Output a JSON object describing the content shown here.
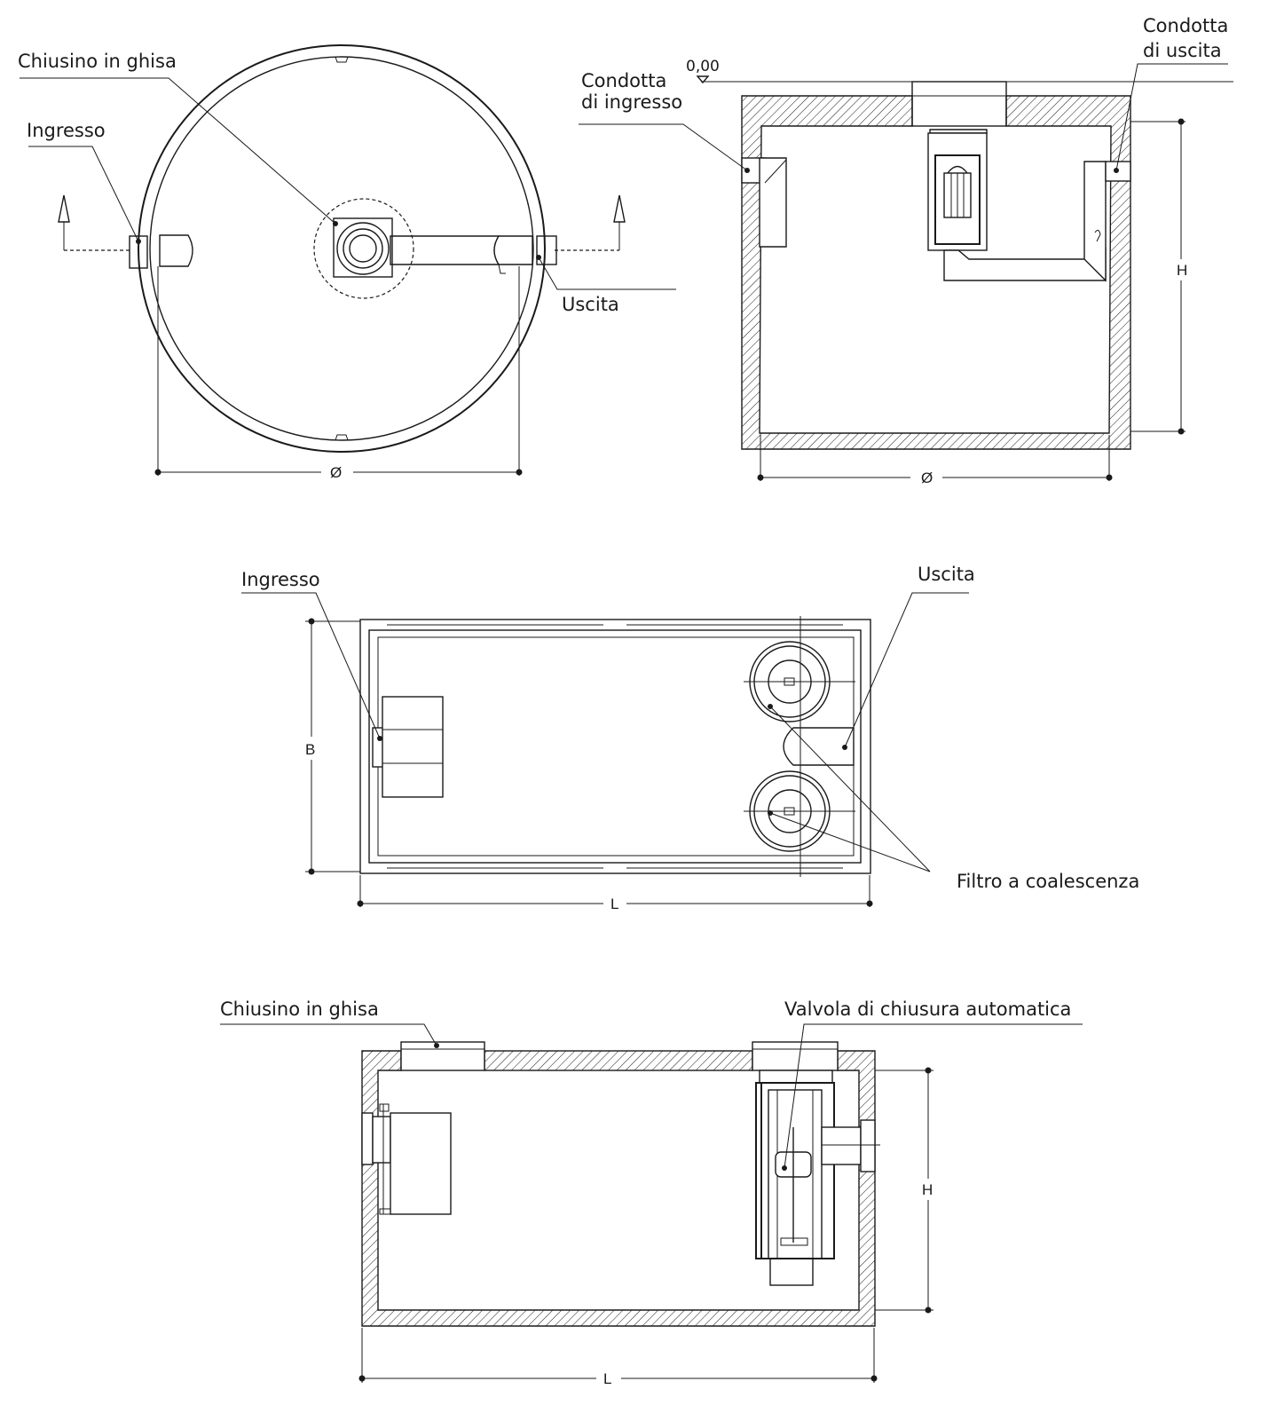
{
  "views": {
    "plan_round": {
      "cover_label": "Chiusino in ghisa",
      "inlet_label": "Ingresso",
      "outlet_label": "Uscita",
      "diameter_label": "Ø"
    },
    "section_round": {
      "level_label": "0,00",
      "inlet_pipe_label_1": "Condotta",
      "inlet_pipe_label_2": "di ingresso",
      "outlet_pipe_label_1": "Condotta",
      "outlet_pipe_label_2": "di uscita",
      "height_label": "H",
      "diameter_label": "Ø"
    },
    "plan_rect": {
      "inlet_label": "Ingresso",
      "outlet_label": "Uscita",
      "filter_label": "Filtro a coalescenza",
      "width_label": "B",
      "length_label": "L"
    },
    "section_rect": {
      "cover_label": "Chiusino in ghisa",
      "valve_label": "Valvola di chiusura automatica",
      "height_label": "H",
      "length_label": "L"
    }
  }
}
